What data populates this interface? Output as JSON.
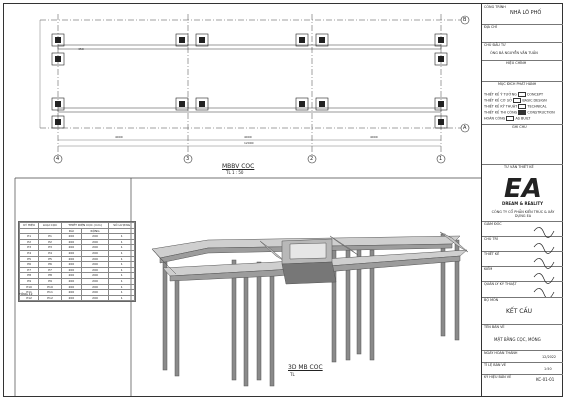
{
  "plan": {
    "title": "MBBV COC",
    "scale": "TL 1 : 50",
    "axes_letters": [
      "B",
      "A"
    ],
    "axes_numbers": [
      "4",
      "3",
      "2",
      "1"
    ],
    "dims_bottom": [
      "4000",
      "4000",
      "4000"
    ],
    "dim_total": "12000",
    "dim_inner": "450"
  },
  "view3d": {
    "title": "3D MB COC",
    "scale": "TL"
  },
  "table": {
    "headers": [
      "KÝ HIỆU",
      "LOẠI CỌC",
      "THIẾT DIỆN CỌC (mm)",
      "",
      "SỐ LƯỢNG"
    ],
    "subheaders": [
      "",
      "",
      "DÀI",
      "RỘNG",
      ""
    ],
    "rows": [
      [
        "P1",
        "200",
        "200",
        "1"
      ],
      [
        "P2",
        "200",
        "200",
        "1"
      ],
      [
        "P3",
        "200",
        "200",
        "1"
      ],
      [
        "P4",
        "200",
        "200",
        "1"
      ],
      [
        "P5",
        "200",
        "200",
        "1"
      ],
      [
        "P6",
        "200",
        "200",
        "1"
      ],
      [
        "P7",
        "200",
        "200",
        "1"
      ],
      [
        "P8",
        "200",
        "200",
        "1"
      ],
      [
        "P9",
        "200",
        "200",
        "1"
      ],
      [
        "P10",
        "200",
        "200",
        "1"
      ],
      [
        "P11",
        "200",
        "200",
        "1"
      ],
      [
        "P12",
        "200",
        "200",
        "1"
      ]
    ],
    "total": "TỔNG 12"
  },
  "title_block": {
    "project_label": "CÔNG TRÌNH",
    "project": "NHÀ LÔ PHỐ",
    "location_label": "ĐỊA CHỈ",
    "investor_label": "CHỦ ĐẦU TƯ",
    "investor": "ÔNG BÀ NGUYỄN VĂN TUẤN",
    "revision_label": "HIỆU CHỈNH",
    "purpose_label": "MỤC ĐÍCH PHÁT HÀNH",
    "legend": [
      "THIẾT KẾ Ý TƯỞNG",
      "THIẾT KẾ CƠ SỞ",
      "THIẾT KẾ KỸ THUẬT",
      "THIẾT KẾ THI CÔNG",
      "HOÀN CÔNG"
    ],
    "legend_right": [
      "CONCEPT",
      "BASIC DESIGN",
      "TECHNICAL",
      "CONSTRUCTION",
      "AS BUILT"
    ],
    "note_label": "GHI CHÚ",
    "consultant_label": "TƯ VẤN THIẾT KẾ",
    "logo_text": "EA",
    "brand": "DREAM & REALITY",
    "company": "CÔNG TY CỔ PHẦN KIẾN TRÚC & XÂY DỰNG EA",
    "roles": [
      "GIÁM ĐỐC",
      "CHỦ TRÌ",
      "THIẾT KẾ",
      "KIỂM",
      "QUẢN LÝ KỸ THUẬT",
      "BỘ MÔN"
    ],
    "discipline": "KẾT CẤU",
    "drawing_title_label": "TÊN BẢN VẼ",
    "drawing_title": "MẶT BẰNG CỌC, MÓNG",
    "date_label": "NGÀY HOÀN THÀNH",
    "date": "12/2022",
    "scale_label": "TỈ LỆ BẢN VẼ",
    "scale": "1:50",
    "sheet_label": "KÝ HIỆU BẢN VẼ",
    "sheet_no": "KC-01-01"
  }
}
